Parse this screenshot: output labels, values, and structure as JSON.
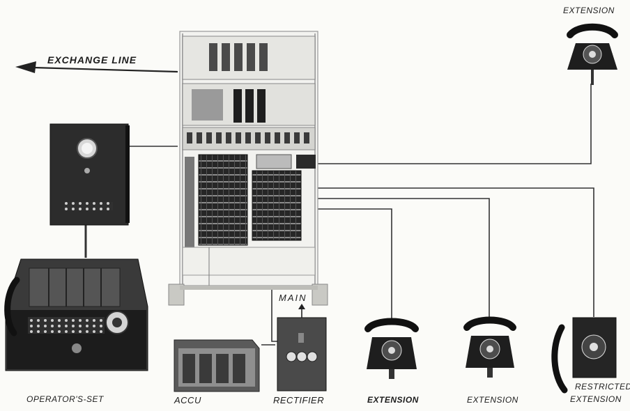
{
  "labels": {
    "exchange_line": "EXCHANGE LINE",
    "extension_top": "EXTENSION",
    "operators_set": "OPERATOR'S-SET",
    "accu": "ACCU",
    "rectifier": "RECTIFIER",
    "main": "MAIN",
    "extension_1": "EXTENSION",
    "extension_2": "EXTENSION",
    "restricted_line1": "RESTRICTED",
    "restricted_line2": "EXTENSION"
  }
}
